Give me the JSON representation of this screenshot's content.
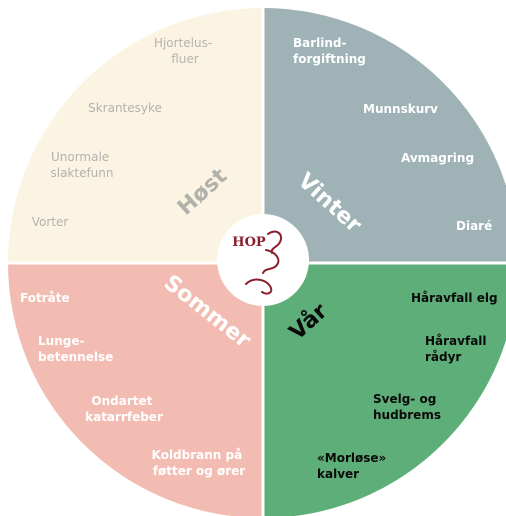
{
  "colors": {
    "host": "#fbf4e2",
    "vinter": "#9fb2b5",
    "sommer": "#f3bcb2",
    "var": "#5dae78",
    "host_text": "#b2b2ad",
    "vinter_text": "#ffffff",
    "sommer_text": "#ffffff",
    "var_text": "#0a0a0a",
    "logo_accent": "#8a1e2a"
  },
  "logo": {
    "text": "HOP"
  },
  "quadrants": {
    "host": {
      "title": "Høst",
      "items": [
        {
          "lines": [
            "Hjortelus-",
            "fluer"
          ]
        },
        {
          "lines": [
            "Skrantesyke"
          ]
        },
        {
          "lines": [
            "Unormale",
            "slaktefunn"
          ]
        },
        {
          "lines": [
            "Vorter"
          ]
        }
      ]
    },
    "vinter": {
      "title": "Vinter",
      "items": [
        {
          "lines": [
            "Barlind-",
            "forgiftning"
          ]
        },
        {
          "lines": [
            "Munnskurv"
          ]
        },
        {
          "lines": [
            "Avmagring"
          ]
        },
        {
          "lines": [
            "Diaré"
          ]
        }
      ]
    },
    "sommer": {
      "title": "Sommer",
      "items": [
        {
          "lines": [
            "Fotråte"
          ]
        },
        {
          "lines": [
            "Lunge-",
            "betennelse"
          ]
        },
        {
          "lines": [
            "Ondartet",
            "katarrfeber"
          ]
        },
        {
          "lines": [
            "Koldbrann på",
            "føtter og ører"
          ]
        }
      ]
    },
    "var": {
      "title": "Vår",
      "items": [
        {
          "lines": [
            "Håravfall elg"
          ]
        },
        {
          "lines": [
            "Håravfall",
            "rådyr"
          ]
        },
        {
          "lines": [
            "Svelg- og",
            "hudbrems"
          ]
        },
        {
          "lines": [
            "«Morløse»",
            "kalver"
          ]
        }
      ]
    }
  }
}
